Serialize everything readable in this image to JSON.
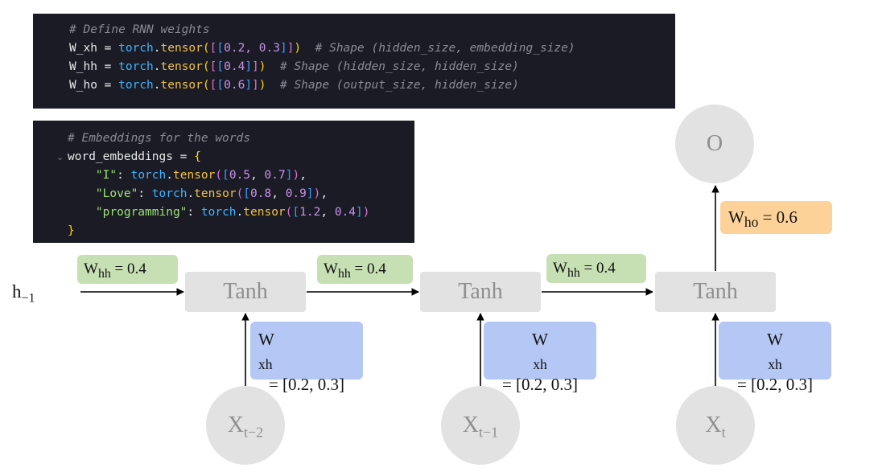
{
  "code_weights": {
    "comment": "# Define RNN weights",
    "lines": [
      {
        "name": "W_xh",
        "values": "0.2, 0.3",
        "comment": "# Shape (hidden_size, embedding_size)"
      },
      {
        "name": "W_hh",
        "values": "0.4",
        "comment": "# Shape (hidden_size, hidden_size)"
      },
      {
        "name": "W_ho",
        "values": "0.6",
        "comment": "# Shape (output_size, hidden_size)"
      }
    ]
  },
  "code_embeddings": {
    "comment": "# Embeddings for the words",
    "var": "word_embeddings",
    "entries": [
      {
        "key": "\"I\"",
        "a": "0.5",
        "b": "0.7",
        "end": ","
      },
      {
        "key": "\"Love\"",
        "a": "0.8",
        "b": "0.9",
        "end": ","
      },
      {
        "key": "\"programming\"",
        "a": "1.2",
        "b": "0.4",
        "end": ""
      }
    ]
  },
  "diagram": {
    "h_prev": {
      "base": "h",
      "sub": "−1"
    },
    "tanh_label": "Tanh",
    "whh": {
      "base": "W",
      "sub": "hh",
      "value": " = 0.4"
    },
    "wxh": {
      "base": "W",
      "sub": "xh",
      "value": "= [0.2, 0.3]"
    },
    "who": {
      "base": "W",
      "sub": "ho",
      "value": " = 0.6"
    },
    "output": "O",
    "inputs": [
      {
        "base": "X",
        "sub": "t−2"
      },
      {
        "base": "X",
        "sub": "t−1"
      },
      {
        "base": "X",
        "sub": "t"
      }
    ]
  }
}
